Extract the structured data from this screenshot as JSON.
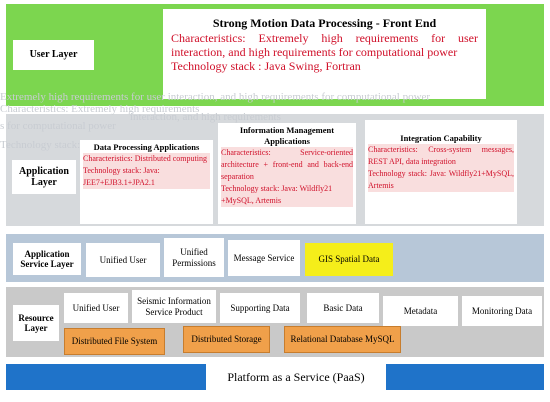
{
  "colors": {
    "user_band": "#7cd64f",
    "app_band": "#d6d9dc",
    "service_band": "#b7c7d8",
    "resource_band": "#c9c9c9",
    "paas_band": "#1f73c9",
    "orange": "#f0a04a",
    "yellow": "#f5ee1a",
    "accent_text": "#d0102a"
  },
  "user_layer": {
    "label": "User Layer",
    "title": "Strong Motion Data Processing - Front End",
    "characteristics": "Characteristics: Extremely high requirements for user interaction, and high requirements for computational power",
    "tech": "Technology stack : Java Swing, Fortran"
  },
  "application_layer": {
    "label": "Application Layer",
    "panels": [
      {
        "title": "Data Processing Applications",
        "characteristics": "Characteristics: Distributed computing",
        "tech": "Technology stack: Java: JEE7+EJB3.1+JPA2.1"
      },
      {
        "title": "Information Management Applications",
        "characteristics": "Characteristics: Service-oriented architecture + front-end and back-end separation",
        "tech": "Technology stack: Java: Wildfly21 +MySQL, Artemis"
      },
      {
        "title": "Integration Capability",
        "characteristics": "Characteristics: Cross-system messages, REST API, data integration",
        "tech": "Technology stack: Java: Wildfly21+MySQL, Artemis"
      }
    ]
  },
  "ghost_text": {
    "line1": "Extremely high requirements for user interaction, and high requirements for computational power",
    "line2": "Characteristics: Extremely high requirements",
    "line3": "s for computational power",
    "line4": "interaction, and high requirements",
    "line5": "Technology stack: Java Swing, Fortran"
  },
  "service_layer": {
    "label": "Application Service Layer",
    "items": [
      "Unified User",
      "Unified Permissions",
      "Message Service",
      "GIS Spatial Data"
    ]
  },
  "resource_layer": {
    "label": "Resource Layer",
    "items": [
      "Unified User",
      "Seismic Information Service Product",
      "Supporting Data",
      "Basic Data",
      "Metadata",
      "Monitoring Data"
    ],
    "storage": [
      "Distributed File System",
      "Distributed Storage",
      "Relational Database MySQL"
    ]
  },
  "paas": {
    "label": "Platform as a Service (PaaS)"
  }
}
